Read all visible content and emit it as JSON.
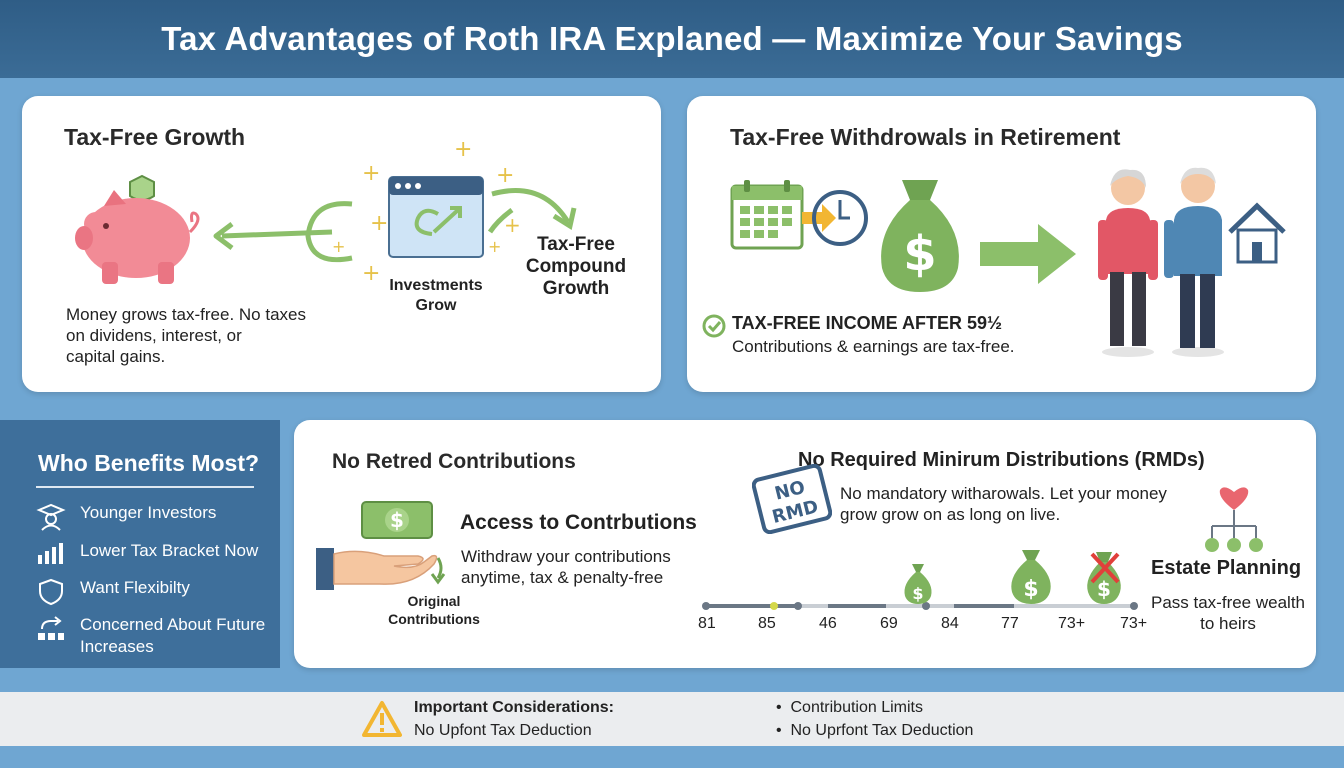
{
  "header": {
    "title": "Tax Advantages of Roth IRA Explaned — Maximize Your Savings"
  },
  "growth": {
    "title": "Tax-Free Growth",
    "description_lines": [
      "Money grows tax-free. No taxes",
      "on dividens, interest, or",
      "capital gains."
    ],
    "investments_label_lines": [
      "Investments",
      "Grow"
    ],
    "compound_label_lines": [
      "Tax-Free",
      "Compound",
      "Growth"
    ]
  },
  "withdrawals": {
    "title": "Tax-Free Withdrowals in Retirement",
    "income_heading": "TAX-FREE INCOME AFTER 59½",
    "income_text": "Contributions & earnings are tax-free."
  },
  "sidebar": {
    "title": "Who Benefits Most?",
    "items": [
      {
        "icon": "graduate-icon",
        "lines": [
          "Younger Investors"
        ]
      },
      {
        "icon": "bar-chart-icon",
        "lines": [
          "Lower Tax Bracket Now"
        ]
      },
      {
        "icon": "shield-icon",
        "lines": [
          "Want Flexibilty"
        ]
      },
      {
        "icon": "flow-icon",
        "lines": [
          "Concerned About Future",
          "Increases"
        ]
      }
    ]
  },
  "contributions": {
    "title": "No Retred Contributions",
    "access_title": "Access to Contrbutions",
    "access_lines": [
      "Withdraw your contributions",
      "anytime, tax & penalty-free"
    ],
    "original_lines": [
      "Original",
      "Contributions"
    ]
  },
  "rmd": {
    "title": "No Required Minirum Distributions (RMDs)",
    "stamp_lines": [
      "NO",
      "RMD"
    ],
    "text_lines": [
      "No mandatory witharowals. Let your money",
      "grow grow on as long on live."
    ],
    "timeline_labels": [
      "81",
      "85",
      "46",
      "69",
      "84",
      "77",
      "73+",
      "73+"
    ]
  },
  "estate": {
    "title": "Estate Planning",
    "lines": [
      "Pass tax-free wealth",
      "to heirs"
    ]
  },
  "footer": {
    "heading": "Important Considerations:",
    "left_text": "No Upfont Tax Deduction",
    "bullets": [
      "Contribution Limits",
      "No Uprfont Tax Deduction"
    ]
  },
  "colors": {
    "header": "#2f5d86",
    "accent_green": "#8cbf6a",
    "money_green": "#7fb35e",
    "piggy_pink": "#f28b96",
    "sidebar": "#3e6f9b",
    "warning": "#f2b632"
  }
}
